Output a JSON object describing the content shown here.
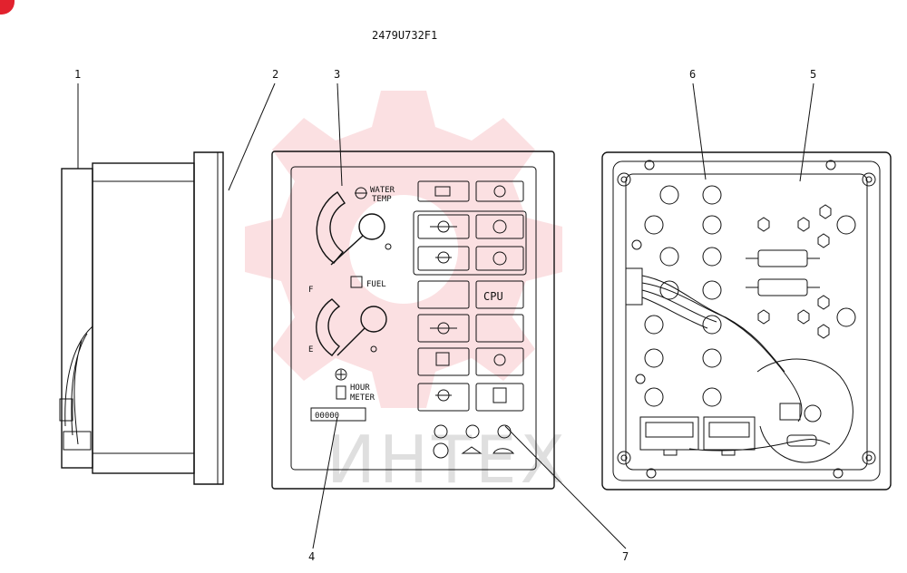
{
  "figure": {
    "code": "2479U732F1",
    "callouts": [
      "1",
      "2",
      "3",
      "4",
      "5",
      "6",
      "7"
    ]
  },
  "panel": {
    "water_temp_label": [
      "WATER",
      "TEMP"
    ],
    "fuel_label": "FUEL",
    "fuel_full": "F",
    "fuel_empty": "E",
    "hour_meter_label": [
      "HOUR",
      "METER"
    ],
    "hour_meter_value": "00000",
    "cpu_label": "CPU"
  },
  "watermark": {
    "text": "ИНТЕХ",
    "color": "#f3a6ad"
  },
  "colors": {
    "line": "#111111",
    "accent": "#e2222e"
  }
}
